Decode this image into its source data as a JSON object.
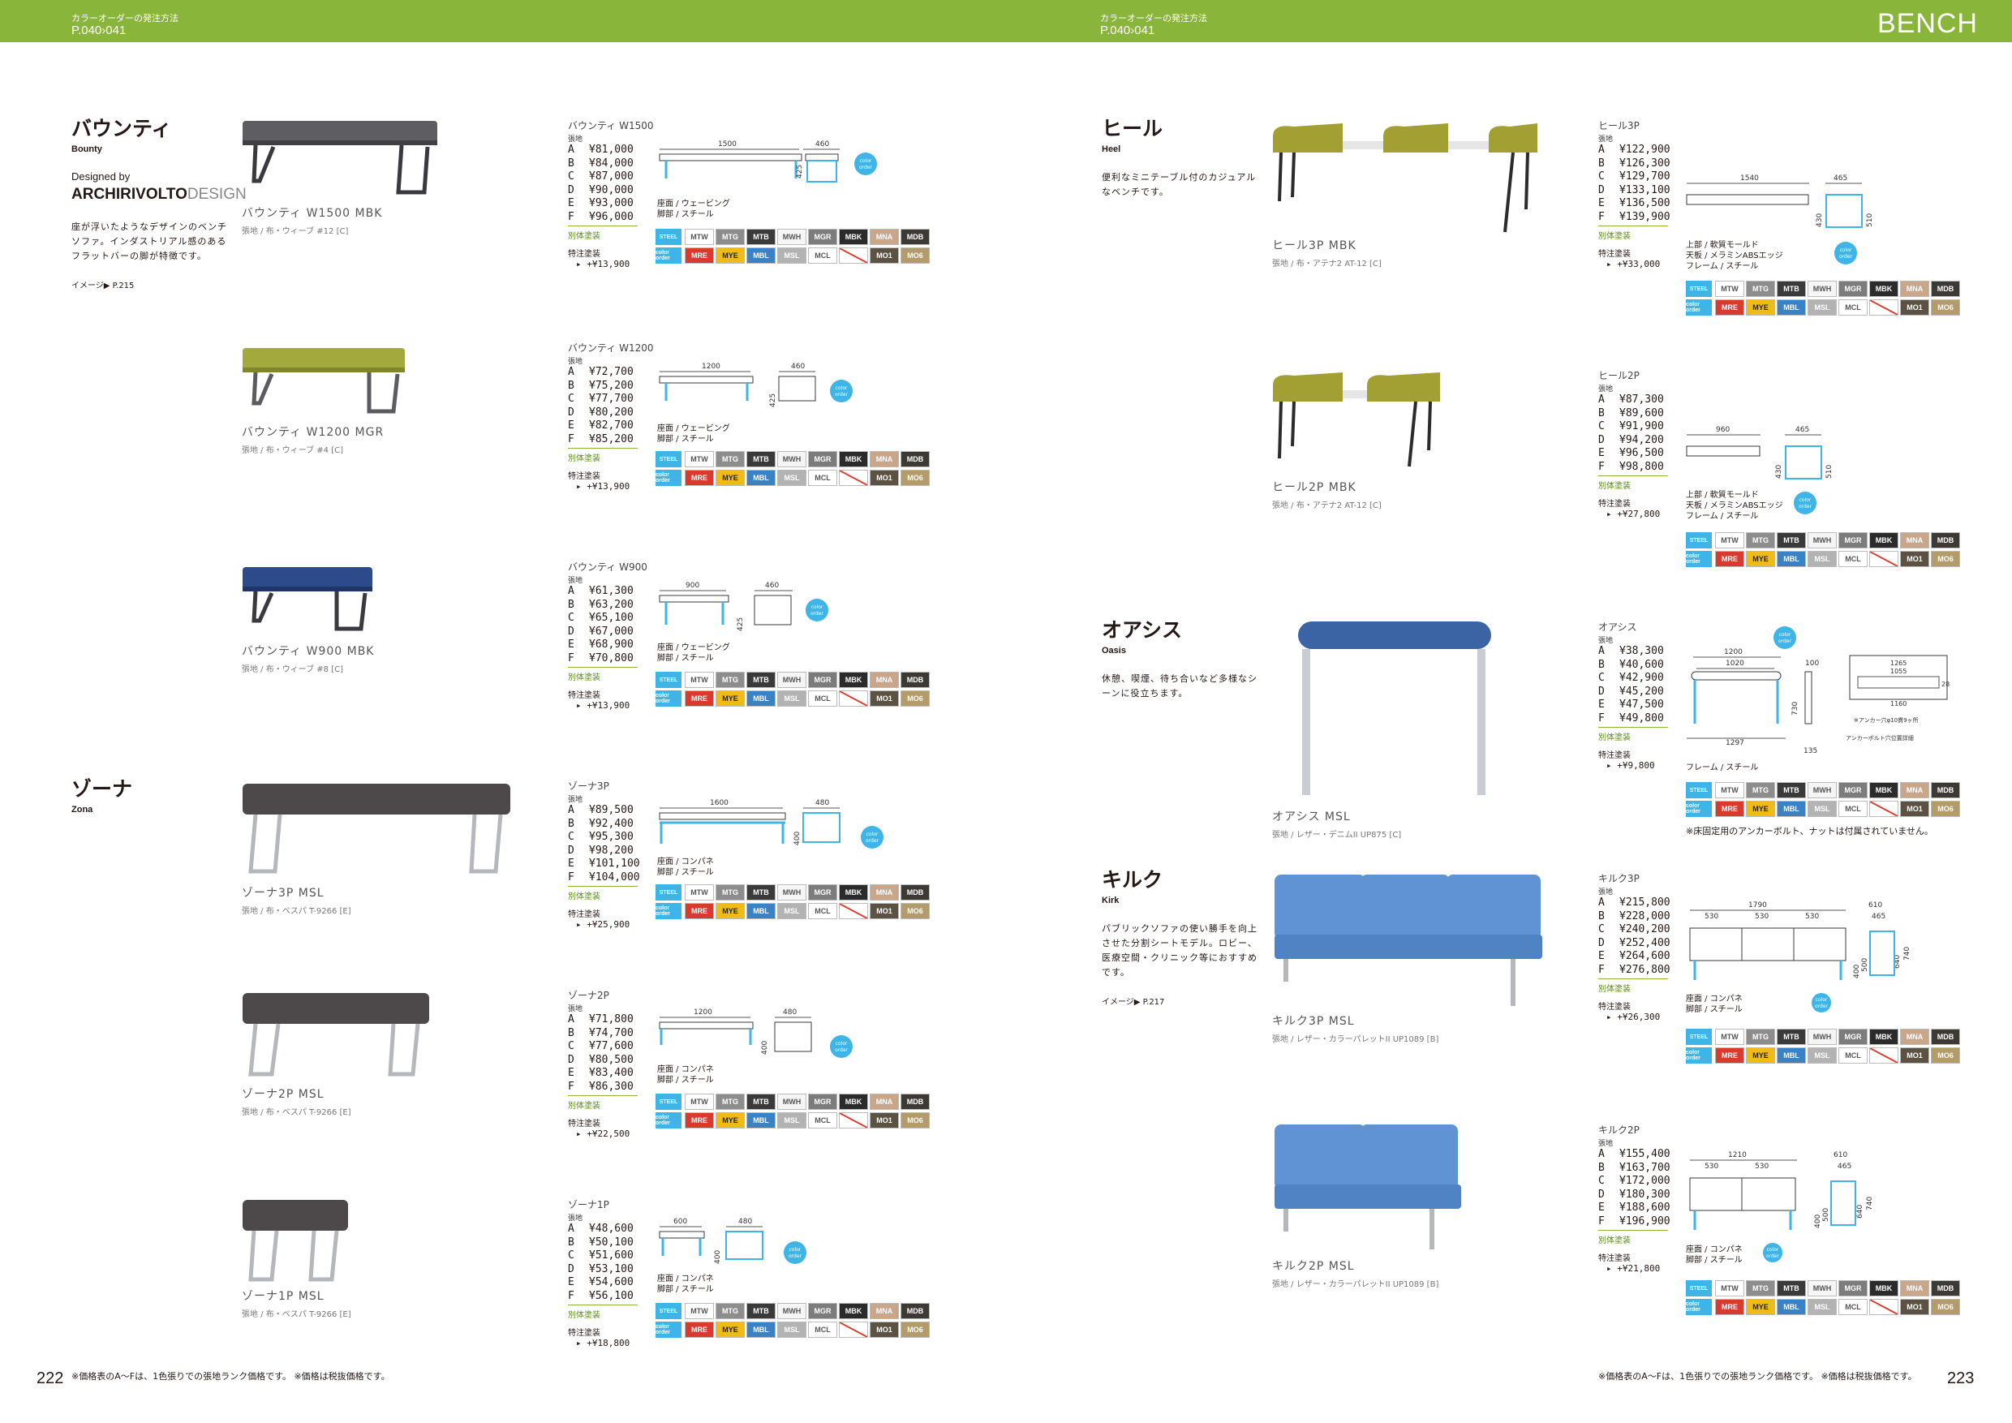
{
  "header": {
    "left_label": "カラーオーダーの発注方法",
    "left_pages": "P.040›041",
    "right_label": "カラーオーダーの発注方法",
    "right_pages": "P.040›041",
    "category": "BENCH"
  },
  "colors": {
    "header_bg": "#8ab53b",
    "color_order": "#3fb4e6"
  },
  "swatch_row1": [
    "MTW",
    "MTG",
    "MTB",
    "MWH",
    "MGR",
    "MBK",
    "MNA",
    "MDB"
  ],
  "swatch_row2": [
    "MRE",
    "MYE",
    "MBL",
    "MSL",
    "MCL",
    "",
    "MO1",
    "MO6"
  ],
  "swatch_steel": "STEEL",
  "swatch_color_order": "color order",
  "series": {
    "bounty": {
      "title": "バウンティ",
      "en": "Bounty",
      "designed_by": "Designed by",
      "designer_a": "ARCHIRIVOLTO",
      "designer_b": "DESIGN",
      "desc": "座が浮いたようなデザインのベンチソファ。インダストリアル感のあるフラットバーの脚が特徴です。",
      "link": "イメージ▶ P.215"
    },
    "zona": {
      "title": "ゾーナ",
      "en": "Zona"
    },
    "heel": {
      "title": "ヒール",
      "en": "Heel",
      "desc": "便利なミニテーブル付のカジュアルなベンチです。"
    },
    "oasis": {
      "title": "オアシス",
      "en": "Oasis",
      "desc": "休憩、喫煙、待ち合いなど多様なシーンに役立ちます。"
    },
    "kirk": {
      "title": "キルク",
      "en": "Kirk",
      "desc": "パブリックソファの使い勝手を向上させた分割シートモデル。ロビー、医療空間・クリニック等におすすめです。",
      "link": "イメージ▶ P.217"
    }
  },
  "products": [
    {
      "caption": "バウンティ W1500 MBK",
      "caption_sub": "張地 / 布・ウィーブ #12 [C]",
      "name": "バウンティ W1500",
      "head": "張地",
      "prices": [
        [
          "A",
          "¥81,000"
        ],
        [
          "B",
          "¥84,000"
        ],
        [
          "C",
          "¥87,000"
        ],
        [
          "D",
          "¥90,000"
        ],
        [
          "E",
          "¥93,000"
        ],
        [
          "F",
          "¥96,000"
        ]
      ],
      "note": "別体塗装",
      "special": "特注塗装",
      "special_value": "▸ +¥13,900",
      "mat": [
        "座面 / ウェービング",
        "脚部 / スチール"
      ],
      "dims": [
        "1500",
        "460",
        "425"
      ]
    },
    {
      "caption": "バウンティ W1200 MGR",
      "caption_sub": "張地 / 布・ウィーブ #4 [C]",
      "name": "バウンティ W1200",
      "head": "張地",
      "prices": [
        [
          "A",
          "¥72,700"
        ],
        [
          "B",
          "¥75,200"
        ],
        [
          "C",
          "¥77,700"
        ],
        [
          "D",
          "¥80,200"
        ],
        [
          "E",
          "¥82,700"
        ],
        [
          "F",
          "¥85,200"
        ]
      ],
      "note": "別体塗装",
      "special": "特注塗装",
      "special_value": "▸ +¥13,900",
      "mat": [
        "座面 / ウェービング",
        "脚部 / スチール"
      ],
      "dims": [
        "1200",
        "460",
        "425"
      ]
    },
    {
      "caption": "バウンティ W900 MBK",
      "caption_sub": "張地 / 布・ウィーブ #8 [C]",
      "name": "バウンティ W900",
      "head": "張地",
      "prices": [
        [
          "A",
          "¥61,300"
        ],
        [
          "B",
          "¥63,200"
        ],
        [
          "C",
          "¥65,100"
        ],
        [
          "D",
          "¥67,000"
        ],
        [
          "E",
          "¥68,900"
        ],
        [
          "F",
          "¥70,800"
        ]
      ],
      "note": "別体塗装",
      "special": "特注塗装",
      "special_value": "▸ +¥13,900",
      "mat": [
        "座面 / ウェービング",
        "脚部 / スチール"
      ],
      "dims": [
        "900",
        "460",
        "425"
      ]
    },
    {
      "caption": "ゾーナ3P MSL",
      "caption_sub": "張地 / 布・ベスパ T-9266 [E]",
      "name": "ゾーナ3P",
      "head": "張地",
      "prices": [
        [
          "A",
          "¥89,500"
        ],
        [
          "B",
          "¥92,400"
        ],
        [
          "C",
          "¥95,300"
        ],
        [
          "D",
          "¥98,200"
        ],
        [
          "E",
          "¥101,100"
        ],
        [
          "F",
          "¥104,000"
        ]
      ],
      "note": "別体塗装",
      "special": "特注塗装",
      "special_value": "▸ +¥25,900",
      "mat": [
        "座面 / コンパネ",
        "脚部 / スチール"
      ],
      "dims": [
        "1600",
        "480",
        "400"
      ]
    },
    {
      "caption": "ゾーナ2P MSL",
      "caption_sub": "張地 / 布・ベスパ T-9266 [E]",
      "name": "ゾーナ2P",
      "head": "張地",
      "prices": [
        [
          "A",
          "¥71,800"
        ],
        [
          "B",
          "¥74,700"
        ],
        [
          "C",
          "¥77,600"
        ],
        [
          "D",
          "¥80,500"
        ],
        [
          "E",
          "¥83,400"
        ],
        [
          "F",
          "¥86,300"
        ]
      ],
      "note": "別体塗装",
      "special": "特注塗装",
      "special_value": "▸ +¥22,500",
      "mat": [
        "座面 / コンパネ",
        "脚部 / スチール"
      ],
      "dims": [
        "1200",
        "480",
        "400"
      ]
    },
    {
      "caption": "ゾーナ1P MSL",
      "caption_sub": "張地 / 布・ベスパ T-9266 [E]",
      "name": "ゾーナ1P",
      "head": "張地",
      "prices": [
        [
          "A",
          "¥48,600"
        ],
        [
          "B",
          "¥50,100"
        ],
        [
          "C",
          "¥51,600"
        ],
        [
          "D",
          "¥53,100"
        ],
        [
          "E",
          "¥54,600"
        ],
        [
          "F",
          "¥56,100"
        ]
      ],
      "note": "別体塗装",
      "special": "特注塗装",
      "special_value": "▸ +¥18,800",
      "mat": [
        "座面 / コンパネ",
        "脚部 / スチール"
      ],
      "dims": [
        "600",
        "480",
        "400"
      ]
    },
    {
      "caption": "ヒール3P MBK",
      "caption_sub": "張地 / 布・アテナ2 AT-12 [C]",
      "name": "ヒール3P",
      "head": "張地",
      "prices": [
        [
          "A",
          "¥122,900"
        ],
        [
          "B",
          "¥126,300"
        ],
        [
          "C",
          "¥129,700"
        ],
        [
          "D",
          "¥133,100"
        ],
        [
          "E",
          "¥136,500"
        ],
        [
          "F",
          "¥139,900"
        ]
      ],
      "note": "別体塗装",
      "special": "特注塗装",
      "special_value": "▸ +¥33,000",
      "mat": [
        "上部 / 軟質モールド",
        "天板 / メラミンABSエッジ",
        "フレーム / スチール"
      ],
      "dims": [
        "1540",
        "465",
        "430",
        "510"
      ]
    },
    {
      "caption": "ヒール2P MBK",
      "caption_sub": "張地 / 布・アテナ2 AT-12 [C]",
      "name": "ヒール2P",
      "head": "張地",
      "prices": [
        [
          "A",
          "¥87,300"
        ],
        [
          "B",
          "¥89,600"
        ],
        [
          "C",
          "¥91,900"
        ],
        [
          "D",
          "¥94,200"
        ],
        [
          "E",
          "¥96,500"
        ],
        [
          "F",
          "¥98,800"
        ]
      ],
      "note": "別体塗装",
      "special": "特注塗装",
      "special_value": "▸ +¥27,800",
      "mat": [
        "上部 / 軟質モールド",
        "天板 / メラミンABSエッジ",
        "フレーム / スチール"
      ],
      "dims": [
        "960",
        "465",
        "430",
        "510"
      ]
    },
    {
      "caption": "オアシス MSL",
      "caption_sub": "張地 / レザー・デニムII UP875 [C]",
      "name": "オアシス",
      "head": "張地",
      "prices": [
        [
          "A",
          "¥38,300"
        ],
        [
          "B",
          "¥40,600"
        ],
        [
          "C",
          "¥42,900"
        ],
        [
          "D",
          "¥45,200"
        ],
        [
          "E",
          "¥47,500"
        ],
        [
          "F",
          "¥49,800"
        ]
      ],
      "note": "別体塗装",
      "special": "特注塗装",
      "special_value": "▸ +¥9,800",
      "mat": [
        "フレーム / スチール"
      ],
      "dims": [
        "1200",
        "1020",
        "100",
        "730",
        "1297",
        "135",
        "1265",
        "1055",
        "1160",
        "28"
      ],
      "note_anchor": "※アンカー穴φ10貫9ヶ所",
      "note_anchor2": "アンカーボルト穴位置詳細",
      "floor_note": "※床固定用のアンカーボルト、ナットは付属されていません。"
    },
    {
      "caption": "キルク3P MSL",
      "caption_sub": "張地 / レザー・カラーパレットII UP1089 [B]",
      "name": "キルク3P",
      "head": "張地",
      "prices": [
        [
          "A",
          "¥215,800"
        ],
        [
          "B",
          "¥228,000"
        ],
        [
          "C",
          "¥240,200"
        ],
        [
          "D",
          "¥252,400"
        ],
        [
          "E",
          "¥264,600"
        ],
        [
          "F",
          "¥276,800"
        ]
      ],
      "note": "別体塗装",
      "special": "特注塗装",
      "special_value": "▸ +¥26,300",
      "mat": [
        "座面 / コンパネ",
        "脚部 / スチール"
      ],
      "dims": [
        "1790",
        "530",
        "530",
        "530",
        "610",
        "465",
        "740",
        "640",
        "400",
        "500"
      ]
    },
    {
      "caption": "キルク2P MSL",
      "caption_sub": "張地 / レザー・カラーパレットII UP1089 [B]",
      "name": "キルク2P",
      "head": "張地",
      "prices": [
        [
          "A",
          "¥155,400"
        ],
        [
          "B",
          "¥163,700"
        ],
        [
          "C",
          "¥172,000"
        ],
        [
          "D",
          "¥180,300"
        ],
        [
          "E",
          "¥188,600"
        ],
        [
          "F",
          "¥196,900"
        ]
      ],
      "note": "別体塗装",
      "special": "特注塗装",
      "special_value": "▸ +¥21,800",
      "mat": [
        "座面 / コンパネ",
        "脚部 / スチール"
      ],
      "dims": [
        "1210",
        "530",
        "530",
        "610",
        "465",
        "740",
        "640",
        "400",
        "500"
      ]
    }
  ],
  "footer": {
    "left_note": "※価格表のA～Fは、1色張りでの張地ランク価格です。 ※価格は税抜価格です。",
    "right_note": "※価格表のA～Fは、1色張りでの張地ランク価格です。 ※価格は税抜価格です。",
    "left_page": "222",
    "right_page": "223"
  }
}
